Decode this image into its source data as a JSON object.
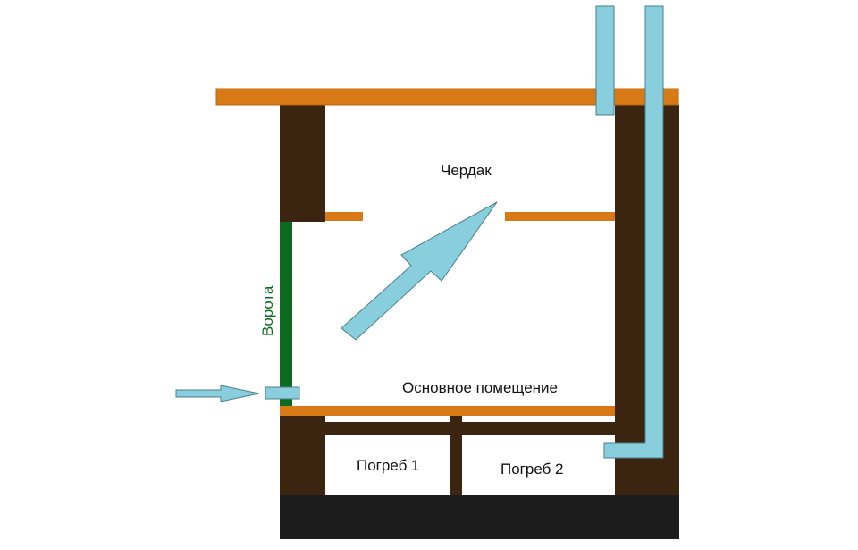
{
  "labels": {
    "attic": "Чердак",
    "gate": "Ворота",
    "main_room": "Основное помещение",
    "cellar_1": "Погреб 1",
    "cellar_2": "Погреб 2"
  },
  "colors": {
    "wood_beam": "#D77A16",
    "wall_dark": "#3B2510",
    "foundation": "#1C1C1C",
    "gate": "#0D6B1F",
    "air_flow": "#89CEDC",
    "air_outline": "#4A7F8C",
    "text": "#111111"
  },
  "icons": {
    "intake_arrow": "arrow-right-icon",
    "flow_arrow": "arrow-up-right-icon"
  }
}
